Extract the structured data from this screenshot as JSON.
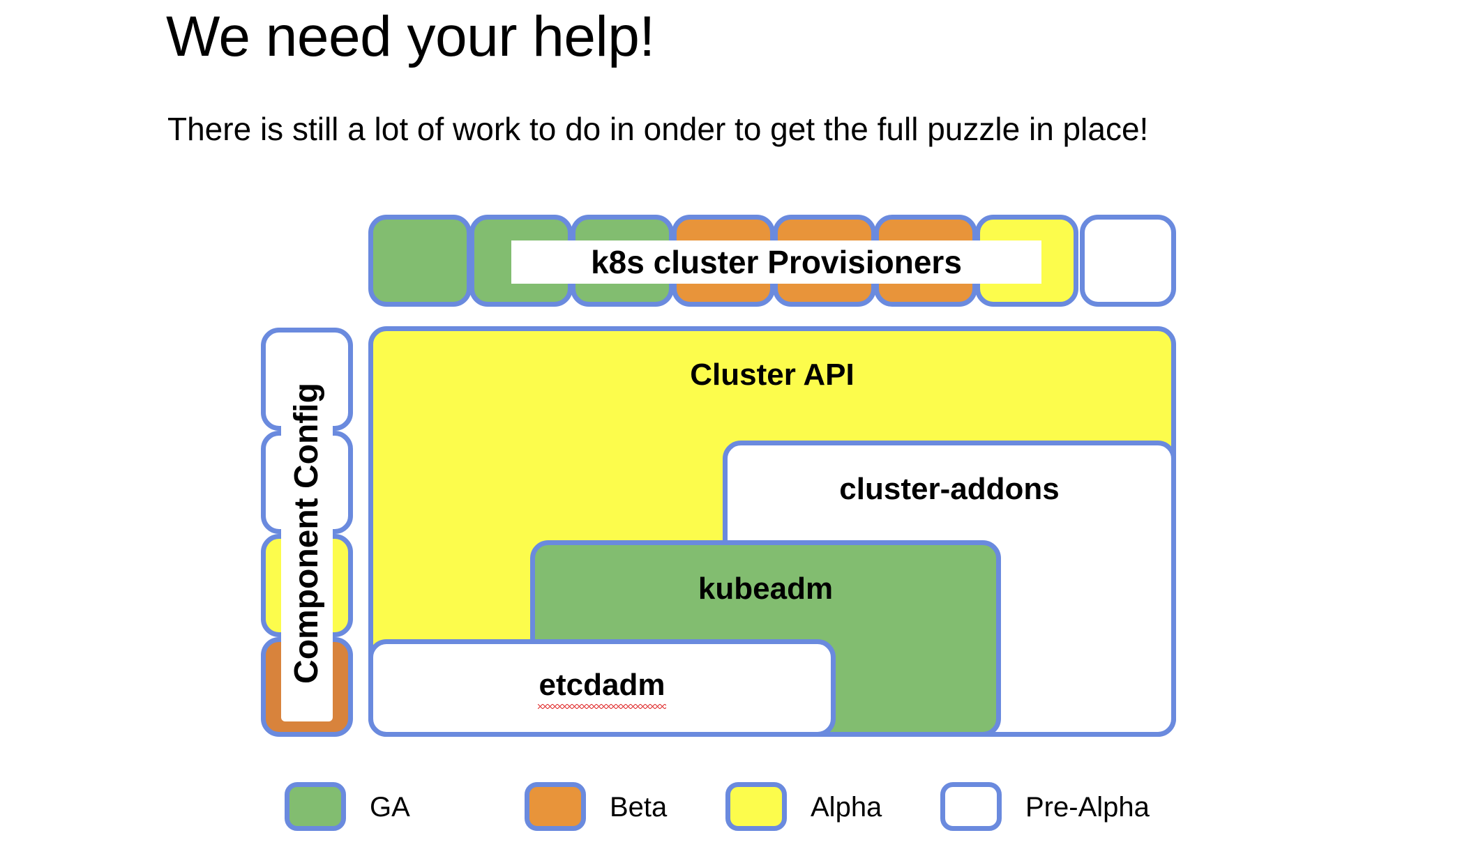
{
  "slide": {
    "title": "We need your help!",
    "subtitle": "There is still a lot of work to do in onder to get the full puzzle in place!"
  },
  "provisioners": {
    "banner_label": "k8s cluster Provisioners",
    "boxes": [
      {
        "status": "GA",
        "color": "#82bd70"
      },
      {
        "status": "GA",
        "color": "#82bd70"
      },
      {
        "status": "GA",
        "color": "#82bd70"
      },
      {
        "status": "Beta",
        "color": "#e8943a"
      },
      {
        "status": "Beta",
        "color": "#e8943a"
      },
      {
        "status": "Beta",
        "color": "#e8943a"
      },
      {
        "status": "Alpha",
        "color": "#fcfc4c"
      },
      {
        "status": "Pre-Alpha",
        "color": "#ffffff"
      }
    ]
  },
  "component_config": {
    "label": "Component Config",
    "boxes": [
      {
        "status": "Pre-Alpha",
        "color": "#ffffff"
      },
      {
        "status": "Pre-Alpha",
        "color": "#ffffff"
      },
      {
        "status": "Alpha",
        "color": "#fcfc4c"
      },
      {
        "status": "Beta",
        "color": "#d8833c"
      }
    ]
  },
  "stack": {
    "cluster_api": {
      "label": "Cluster API",
      "status": "Alpha",
      "color": "#fcfc4c"
    },
    "cluster_addons": {
      "label": "cluster-addons",
      "status": "Pre-Alpha",
      "color": "#ffffff"
    },
    "kubeadm": {
      "label": "kubeadm",
      "status": "GA",
      "color": "#82bd70"
    },
    "etcdadm": {
      "label": "etcdadm",
      "status": "Pre-Alpha",
      "color": "#ffffff",
      "spellcheck_flagged": true
    }
  },
  "legend": {
    "items": [
      {
        "label": "GA",
        "color": "#82bd70"
      },
      {
        "label": "Beta",
        "color": "#e8943a"
      },
      {
        "label": "Alpha",
        "color": "#fcfc4c"
      },
      {
        "label": "Pre-Alpha",
        "color": "#ffffff"
      }
    ]
  },
  "palette": {
    "border": "#6a8ade",
    "ga": "#82bd70",
    "beta": "#e8943a",
    "alpha": "#fcfc4c",
    "pre_alpha": "#ffffff"
  }
}
